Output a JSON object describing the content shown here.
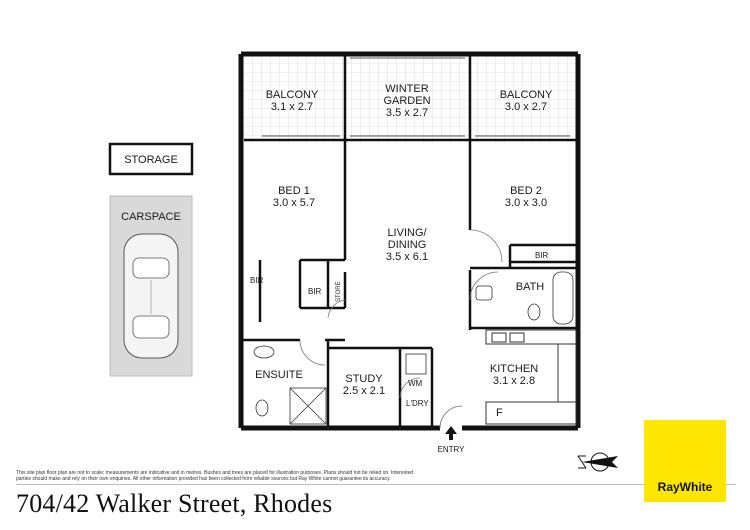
{
  "rooms": {
    "balcony_left": {
      "name": "BALCONY",
      "size": "3.1 x 2.7"
    },
    "winter_garden": {
      "name_line1": "WINTER",
      "name_line2": "GARDEN",
      "size": "3.5 x 2.7"
    },
    "balcony_right": {
      "name": "BALCONY",
      "size": "3.0 x 2.7"
    },
    "bed1": {
      "name": "BED 1",
      "size": "3.0 x 5.7"
    },
    "bed2": {
      "name": "BED 2",
      "size": "3.0 x 3.0"
    },
    "living": {
      "name_line1": "LIVING/",
      "name_line2": "DINING",
      "size": "3.5 x 6.1"
    },
    "kitchen": {
      "name": "KITCHEN",
      "size": "3.1 x 2.8"
    },
    "study": {
      "name": "STUDY",
      "size": "2.5 x 2.1"
    },
    "ensuite": {
      "name": "ENSUITE"
    },
    "bath": {
      "name": "BATH"
    }
  },
  "small_labels": {
    "bir_bed1": "BIR",
    "bir_bed1_robe": "BIR",
    "bir_bed2": "BIR",
    "store": "STORE",
    "wm": "WM",
    "laundry": "L'DRY",
    "fridge": "F",
    "entry": "ENTRY"
  },
  "storage": {
    "label": "STORAGE"
  },
  "carspace": {
    "label": "CARSPACE"
  },
  "disclaimer": "This site plan floor plan are not to scale; measurements are indicative and in metres. Bushes and trees are placed for illustration purposes. Plans should not be relied on. Interested parties should make and rely on their own enquiries. All other information provided has been collected from reliable sources but Ray White cannot guarantee its accuracy.",
  "address": "704/42 Walker Street, Rhodes",
  "brand": {
    "name": "RayWhite",
    "color": "#ffe600"
  },
  "icons": {
    "compass": "north-arrow-icon",
    "car": "car-icon",
    "entry_arrow": "arrow-up-icon"
  }
}
